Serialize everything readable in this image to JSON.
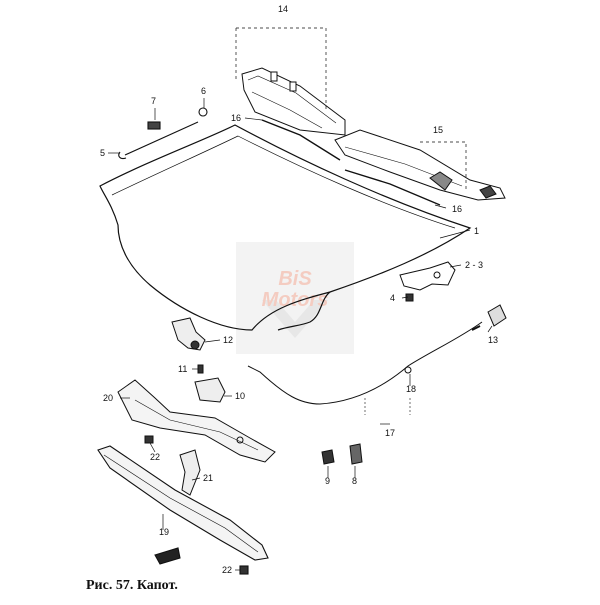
{
  "caption": "Рис. 57. Капот.",
  "watermark": {
    "line1": "BiS",
    "line2": "Motors"
  },
  "callouts": {
    "c1": "1",
    "c2_3": "2 - 3",
    "c4": "4",
    "c5": "5",
    "c6": "6",
    "c7": "7",
    "c8": "8",
    "c9": "9",
    "c10": "10",
    "c11": "11",
    "c12": "12",
    "c13": "13",
    "c14": "14",
    "c15": "15",
    "c16a": "16",
    "c16b": "16",
    "c17": "17",
    "c18": "18",
    "c19": "19",
    "c20": "20",
    "c21": "21",
    "c22a": "22",
    "c22b": "22"
  }
}
